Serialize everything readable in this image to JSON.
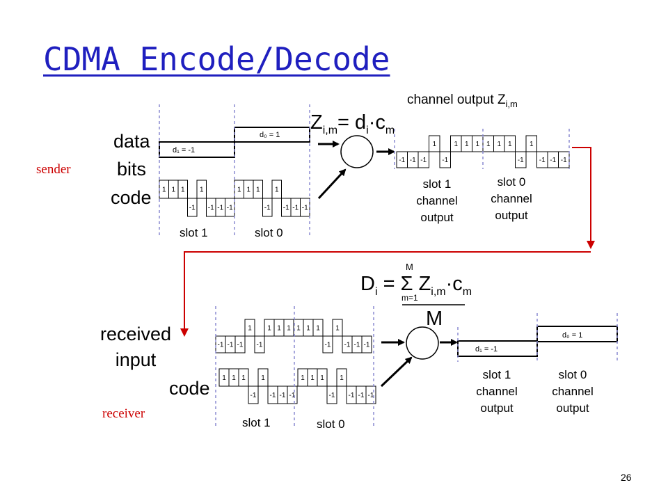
{
  "title": "CDMA Encode/Decode",
  "page_number": "26",
  "colors": {
    "title": "#1f1fbf",
    "arrow_red": "#cc0000",
    "dashed": "#8a8ad0",
    "sender_receiver_text": "#cc0000"
  },
  "sender": {
    "side_label": "sender",
    "data_label": "data",
    "bits_label": "bits",
    "code_label": "code",
    "d1_label": "d₁ = -1",
    "d0_label": "d₀ = 1",
    "slot1_label": "slot 1",
    "slot0_label": "slot 0",
    "formula_lhs": "Z",
    "formula_lhs_sub": "i,m",
    "formula_eq": "= d",
    "formula_d_sub": "i",
    "formula_dot": "·",
    "formula_c": "c",
    "formula_c_sub": "m",
    "channel_output_label": "channel output Z",
    "channel_output_sub": "i,m",
    "slot1_channel_output": [
      "slot 1",
      "channel",
      "output"
    ],
    "slot0_channel_output": [
      "slot 0",
      "channel",
      "output"
    ],
    "code_chips": [
      1,
      1,
      1,
      -1,
      1,
      -1,
      -1,
      -1
    ],
    "channel_output_chips": [
      -1,
      -1,
      -1,
      1,
      -1,
      1,
      1,
      1,
      1,
      1,
      1,
      -1,
      1,
      -1,
      -1,
      -1
    ]
  },
  "receiver": {
    "side_label": "receiver",
    "received_label": "received",
    "input_label": "input",
    "code_label": "code",
    "formula_D": "D",
    "formula_D_sub": "i",
    "formula_eq": " = ",
    "formula_sigma": "Σ",
    "formula_sigma_top": "M",
    "formula_sigma_bottom": "m=1",
    "formula_Z": "Z",
    "formula_Z_sub": "i,m",
    "formula_dot": "·",
    "formula_c": "c",
    "formula_c_sub": "m",
    "formula_denominator": "M",
    "slot1_label": "slot 1",
    "slot0_label": "slot 0",
    "d1_label": "d₁ = -1",
    "d0_label": "d₀ = 1",
    "slot1_channel_output": [
      "slot 1",
      "channel",
      "output"
    ],
    "slot0_channel_output": [
      "slot 0",
      "channel",
      "output"
    ],
    "received_chips": [
      -1,
      -1,
      -1,
      1,
      -1,
      1,
      1,
      1,
      1,
      1,
      1,
      -1,
      1,
      -1,
      -1,
      -1
    ],
    "code_chips": [
      1,
      1,
      1,
      -1,
      1,
      -1,
      -1,
      -1
    ]
  }
}
